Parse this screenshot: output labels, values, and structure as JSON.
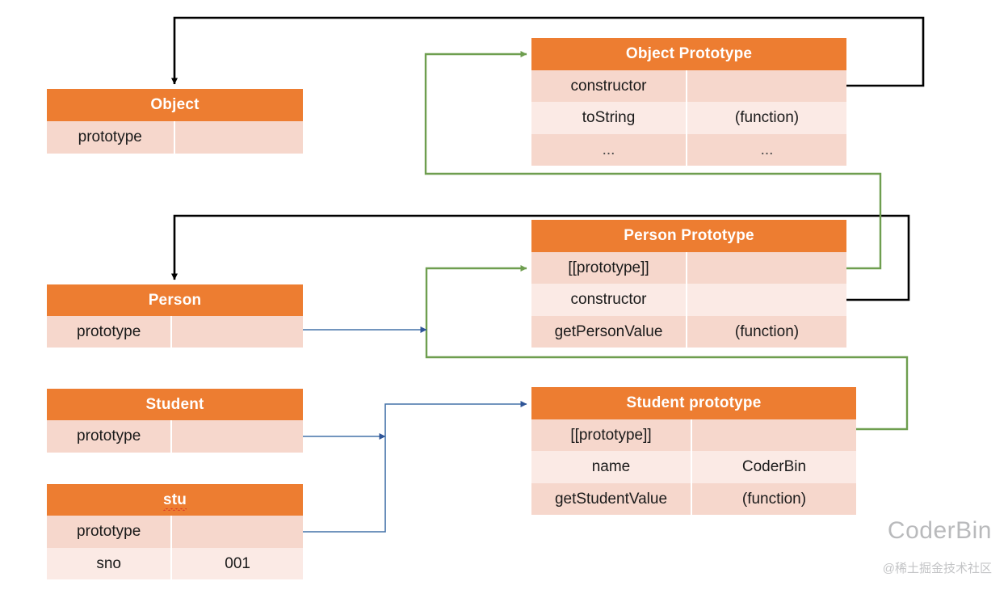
{
  "diagram": {
    "title": "JavaScript prototype chain diagram",
    "colors": {
      "header_orange": "#ED7D31",
      "row_dark": "#F6D7CC",
      "row_light": "#FBEAE5",
      "arrow_black": "#000000",
      "arrow_green": "#6E9E4F",
      "arrow_blue": "#4472A8",
      "watermark_gray": "#b9babc",
      "background": "#FFFFFF"
    }
  },
  "boxes": {
    "object": {
      "title": "Object",
      "rows": [
        {
          "key": "prototype",
          "value": ""
        }
      ]
    },
    "object_prototype": {
      "title": "Object Prototype",
      "rows": [
        {
          "key": "constructor",
          "value": ""
        },
        {
          "key": "toString",
          "value": "(function)"
        },
        {
          "key": "...",
          "value": "..."
        }
      ]
    },
    "person": {
      "title": "Person",
      "rows": [
        {
          "key": "prototype",
          "value": ""
        }
      ]
    },
    "person_prototype": {
      "title": "Person Prototype",
      "rows": [
        {
          "key": "[[prototype]]",
          "value": ""
        },
        {
          "key": "constructor",
          "value": ""
        },
        {
          "key": "getPersonValue",
          "value": "(function)"
        }
      ]
    },
    "student": {
      "title": "Student",
      "rows": [
        {
          "key": "prototype",
          "value": ""
        }
      ]
    },
    "student_prototype": {
      "title": "Student prototype",
      "rows": [
        {
          "key": "[[prototype]]",
          "value": ""
        },
        {
          "key": "name",
          "value": "CoderBin"
        },
        {
          "key": "getStudentValue",
          "value": "(function)"
        }
      ]
    },
    "stu": {
      "title": "stu",
      "rows": [
        {
          "key": "prototype",
          "value": ""
        },
        {
          "key": "sno",
          "value": "001"
        }
      ]
    }
  },
  "watermark": {
    "main": "CoderBin",
    "sub": "@稀土掘金技术社区"
  }
}
